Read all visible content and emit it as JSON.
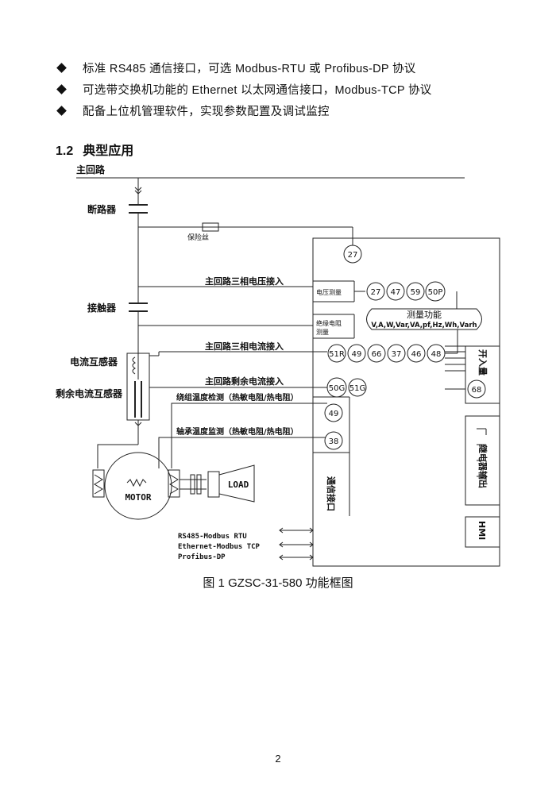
{
  "bullets": [
    "标准 RS485 通信接口，可选 Modbus-RTU 或 Profibus-DP 协议",
    "可选带交换机功能的 Ethernet 以太网通信接口，Modbus-TCP 协议",
    "配备上位机管理软件，实现参数配置及调试监控"
  ],
  "section": {
    "number": "1.2",
    "title": "典型应用"
  },
  "diagram": {
    "main_circuit": "主回路",
    "breaker": "断路器",
    "fuse": "保险丝",
    "contactor": "接触器",
    "ct": "电流互感器",
    "residual_ct": "剩余电流互感器",
    "line_voltage": "主回路三相电压接入",
    "line_current": "主回路三相电流接入",
    "line_residual": "主回路剩余电流接入",
    "line_winding": "绕组温度检测（热敏电阻/热电阻）",
    "line_bearing": "轴承温度监测（热敏电阻/热电阻）",
    "voltage_meas": "电压测量",
    "insulation_1": "绝缘电阻",
    "insulation_2": "测量",
    "measure_title": "测量功能",
    "measure_items": "V,A,W,Var,VA,pf,Hz,Wh,Varh",
    "switch_input": "开入量",
    "relay_output": "继电器输出",
    "comm_port": "通信接口",
    "hmi": "HMI",
    "motor": "MOTOR",
    "load": "LOAD",
    "protocols": [
      "RS485-Modbus RTU",
      "Ethernet-Modbus TCP",
      "Profibus-DP"
    ],
    "codes": {
      "c27": "27",
      "v27": "27",
      "v47": "47",
      "v59": "59",
      "v50p": "50P",
      "i51r": "51R",
      "i49": "49",
      "i66": "66",
      "i37": "37",
      "i46": "46",
      "i48": "48",
      "r50g": "50G",
      "r51g": "51G",
      "w49": "49",
      "b38": "38",
      "d68": "68"
    }
  },
  "caption": "图 1 GZSC-31-580 功能框图",
  "page_number": "2"
}
